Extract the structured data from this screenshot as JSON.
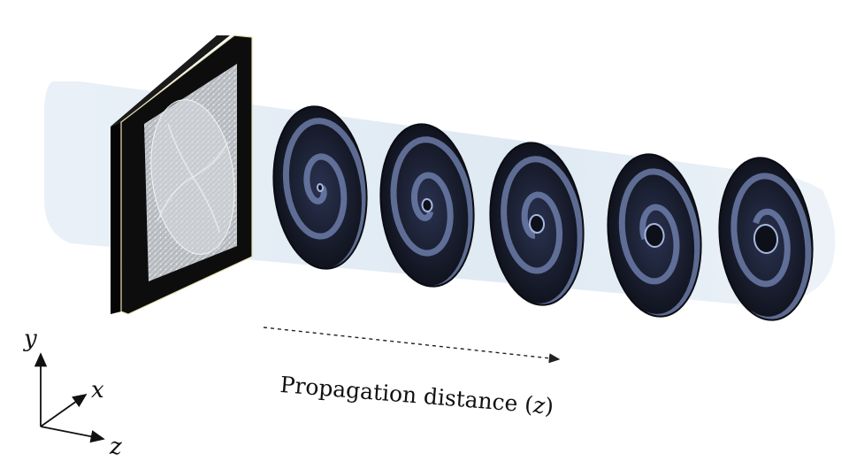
{
  "diagram": {
    "caption": {
      "text": "Propagation distance (",
      "variable": "z",
      "close": ")"
    },
    "axes": {
      "y": "y",
      "x": "x",
      "z": "z"
    },
    "colors": {
      "beam": "#dfe9f3",
      "frame": "#0d0d0d",
      "frame_edge": "#e8dfb0",
      "slm_surface": "#bfc3c8",
      "disc_dark": "#1b2030",
      "disc_fringe": "#7e90c2",
      "arrow": "#222222"
    },
    "elements": {
      "modulator": "spatial light modulator with spiral phase pattern",
      "intensity_planes": 5
    }
  }
}
